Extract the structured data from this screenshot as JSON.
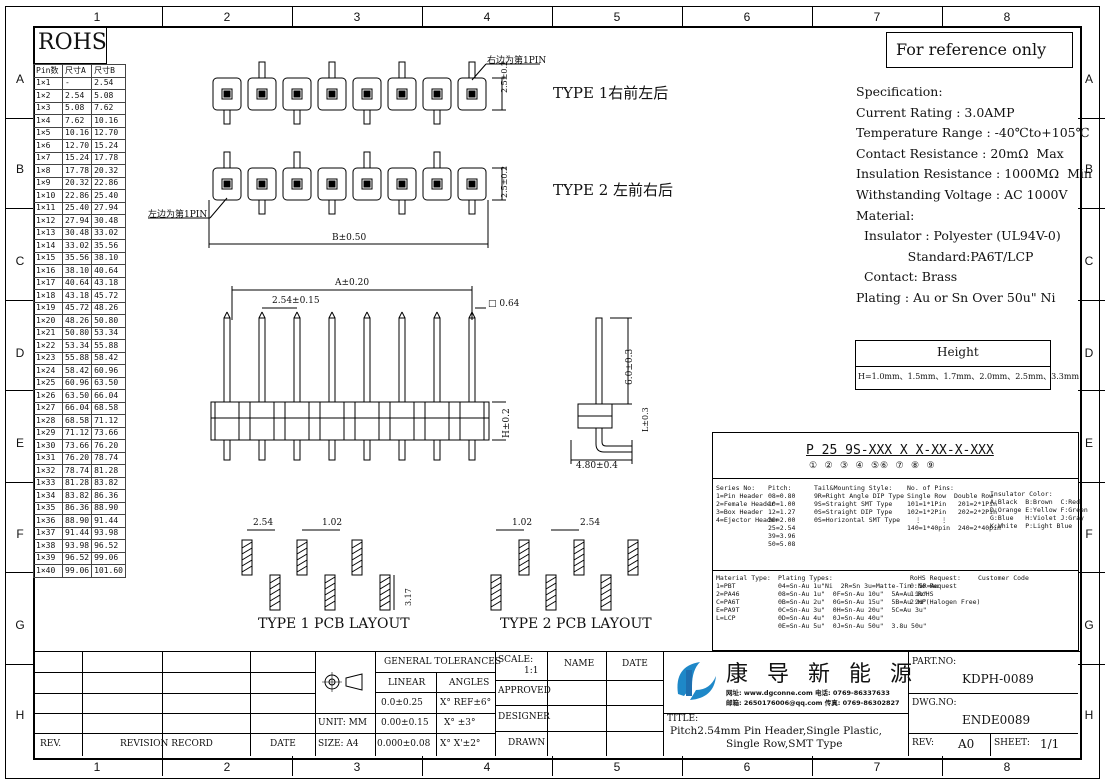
{
  "zones": {
    "cols": [
      "1",
      "2",
      "3",
      "4",
      "5",
      "6",
      "7",
      "8"
    ],
    "rows": [
      "A",
      "B",
      "C",
      "D",
      "E",
      "F",
      "G",
      "H"
    ]
  },
  "rohs": "ROHS",
  "pin_table": {
    "headers": [
      "Pin数",
      "尺寸A",
      "尺寸B"
    ],
    "rows": [
      [
        "1×1",
        "-",
        "2.54"
      ],
      [
        "1×2",
        "2.54",
        "5.08"
      ],
      [
        "1×3",
        "5.08",
        "7.62"
      ],
      [
        "1×4",
        "7.62",
        "10.16"
      ],
      [
        "1×5",
        "10.16",
        "12.70"
      ],
      [
        "1×6",
        "12.70",
        "15.24"
      ],
      [
        "1×7",
        "15.24",
        "17.78"
      ],
      [
        "1×8",
        "17.78",
        "20.32"
      ],
      [
        "1×9",
        "20.32",
        "22.86"
      ],
      [
        "1×10",
        "22.86",
        "25.40"
      ],
      [
        "1×11",
        "25.40",
        "27.94"
      ],
      [
        "1×12",
        "27.94",
        "30.48"
      ],
      [
        "1×13",
        "30.48",
        "33.02"
      ],
      [
        "1×14",
        "33.02",
        "35.56"
      ],
      [
        "1×15",
        "35.56",
        "38.10"
      ],
      [
        "1×16",
        "38.10",
        "40.64"
      ],
      [
        "1×17",
        "40.64",
        "43.18"
      ],
      [
        "1×18",
        "43.18",
        "45.72"
      ],
      [
        "1×19",
        "45.72",
        "48.26"
      ],
      [
        "1×20",
        "48.26",
        "50.80"
      ],
      [
        "1×21",
        "50.80",
        "53.34"
      ],
      [
        "1×22",
        "53.34",
        "55.88"
      ],
      [
        "1×23",
        "55.88",
        "58.42"
      ],
      [
        "1×24",
        "58.42",
        "60.96"
      ],
      [
        "1×25",
        "60.96",
        "63.50"
      ],
      [
        "1×26",
        "63.50",
        "66.04"
      ],
      [
        "1×27",
        "66.04",
        "68.58"
      ],
      [
        "1×28",
        "68.58",
        "71.12"
      ],
      [
        "1×29",
        "71.12",
        "73.66"
      ],
      [
        "1×30",
        "73.66",
        "76.20"
      ],
      [
        "1×31",
        "76.20",
        "78.74"
      ],
      [
        "1×32",
        "78.74",
        "81.28"
      ],
      [
        "1×33",
        "81.28",
        "83.82"
      ],
      [
        "1×34",
        "83.82",
        "86.36"
      ],
      [
        "1×35",
        "86.36",
        "88.90"
      ],
      [
        "1×36",
        "88.90",
        "91.44"
      ],
      [
        "1×37",
        "91.44",
        "93.98"
      ],
      [
        "1×38",
        "93.98",
        "96.52"
      ],
      [
        "1×39",
        "96.52",
        "99.06"
      ],
      [
        "1×40",
        "99.06",
        "101.60"
      ]
    ]
  },
  "drawing": {
    "right_first_pin": "右边为第1PIN",
    "left_first_pin": "左边为第1PIN",
    "type1": "TYPE 1右前左后",
    "type2": "TYPE 2 左前右后",
    "dim_25a": "2.5±0.2",
    "dim_25b": "2.5±0.2",
    "dim_b": "B±0.50",
    "dim_a": "A±0.20",
    "dim_pitch": "2.54±0.15",
    "dim_064": "□ 0.64",
    "dim_60": "6.0±0.3",
    "dim_h": "H±0.2",
    "dim_l": "L±0.3",
    "dim_480": "4.80±0.4",
    "pcb_254a": "2.54",
    "pcb_102a": "1.02",
    "pcb_102b": "1.02",
    "pcb_254b": "2.54",
    "pcb_317": "3.17",
    "pcb1": "TYPE 1 PCB LAYOUT",
    "pcb2": "TYPE 2 PCB LAYOUT"
  },
  "reference": "For reference only",
  "spec": {
    "lines": [
      "Specification:",
      "Current Rating : 3.0AMP",
      "Temperature Range : -40℃to+105℃",
      "Contact Resistance : 20mΩ  Max",
      "Insulation Resistance : 1000MΩ  Min",
      "Withstanding Voltage : AC 1000V",
      "Material:",
      "  Insulator : Polyester (UL94V-0)",
      "             Standard:PA6T/LCP",
      "  Contact: Brass",
      "Plating : Au or Sn Over 50u\" Ni"
    ]
  },
  "height": {
    "title": "Height",
    "values": "H=1.0mm、1.5mm、1.7mm、2.0mm、2.5mm、3.3mm"
  },
  "partcode": {
    "code": "P 25 9S-XXX X X-XX-X-XXX",
    "series_title": "Series No:",
    "series": [
      "1=Pin Header",
      "2=Female Header",
      "3=Box Header",
      "4=Ejector Header"
    ],
    "pitch_title": "Pitch:",
    "pitch": [
      "08=0.80",
      "10=1.00",
      "12=1.27",
      "20=2.00",
      "25=2.54",
      "39=3.96",
      "50=5.08"
    ],
    "tail_title": "Tail&Mounting Style:",
    "tail": [
      "9R=Right Angle DIP Type",
      "9S=Straight SMT Type",
      "0S=Straight DIP Type",
      "0S=Horizontal SMT Type"
    ],
    "pins_title": "No. of Pins:",
    "pins": [
      "Single Row  Double Row",
      "101=1*1Pin   201=2*1Pin",
      "102=1*2Pin   202=2*2Pin",
      "  ⋮     ⋮",
      "140=1*40pin  240=2*40pin"
    ],
    "color_title": "Insulator Color:",
    "colors": [
      "A:Black  B:Brown  C:Red",
      "D:Orange E:Yellow F:Green",
      "G:Blue   H:Violet J:Gray",
      "K:White  P:Light Blue"
    ],
    "material_title": "Material Type:",
    "materials": [
      "1=PBT",
      "2=PA46",
      "C=PA6T",
      "E=PA9T",
      "L=LCP"
    ],
    "plating_title": "Plating Types:",
    "plating": [
      "04=Sn-Au 1u\"Ni  2R=Sn 3u=Matte-Tin  5R=Au",
      "08=Sn-Au 1u\"  0F=Sn-Au 10u\"  5A=Au 1u\"",
      "0B=Sn-Au 2u\"  0G=Sn-Au 15u\"  5B=Au 2u\"",
      "0C=Sn-Au 3u\"  0H=Sn-Au 20u\"  5C=Au 3u\"",
      "0D=Sn-Au 4u\"  0J=Sn-Au 40u\"",
      "0E=Sn-Au 5u\"  0J=Sn-Au 50u\"  3.8u 50u\""
    ],
    "rohs_title": "RoHS Request:",
    "rohs": [
      "0:No Request",
      "1:RoHS",
      "2:HF(Halogen Free)"
    ],
    "customer_title": "Customer Code"
  },
  "title_block": {
    "rev": "REV.",
    "revision_record": "REVISION RECORD",
    "date": "DATE",
    "unit": "UNIT: MM",
    "size": "SIZE: A4",
    "general_tol": "GENERAL TOLERANCES",
    "linear": "LINEAR",
    "angles": "ANGLES",
    "lin1": "0.0±0.25",
    "lin2": "0.00±0.15",
    "lin3": "0.000±0.08",
    "ang1": "X° REF±6°",
    "ang2": "X° ±3°",
    "ang3": "X° X'±2°",
    "scale_label": "SCALE:",
    "scale": "1:1",
    "approved": "APPROVED",
    "designer": "DESIGNER",
    "drawn": "DRAWN",
    "name": "NAME",
    "date2": "DATE",
    "company": "康 导 新 能 源",
    "contact1": "网址: www.dgconne.com   电话: 0769-86337633",
    "contact2": "邮箱: 2650176006@qq.com 传真: 0769-86302827",
    "title_label": "TITLE:",
    "title1": "Pitch2.54mm Pin Header,Single Plastic,",
    "title2": "Single Row,SMT Type",
    "part_no_label": "PART.NO:",
    "part_no": "KDPH-0089",
    "dwg_no_label": "DWG.NO:",
    "dwg_no": "ENDE0089",
    "rev_label": "REV:",
    "rev_val": "A0",
    "sheet_label": "SHEET:",
    "sheet_val": "1/1"
  }
}
